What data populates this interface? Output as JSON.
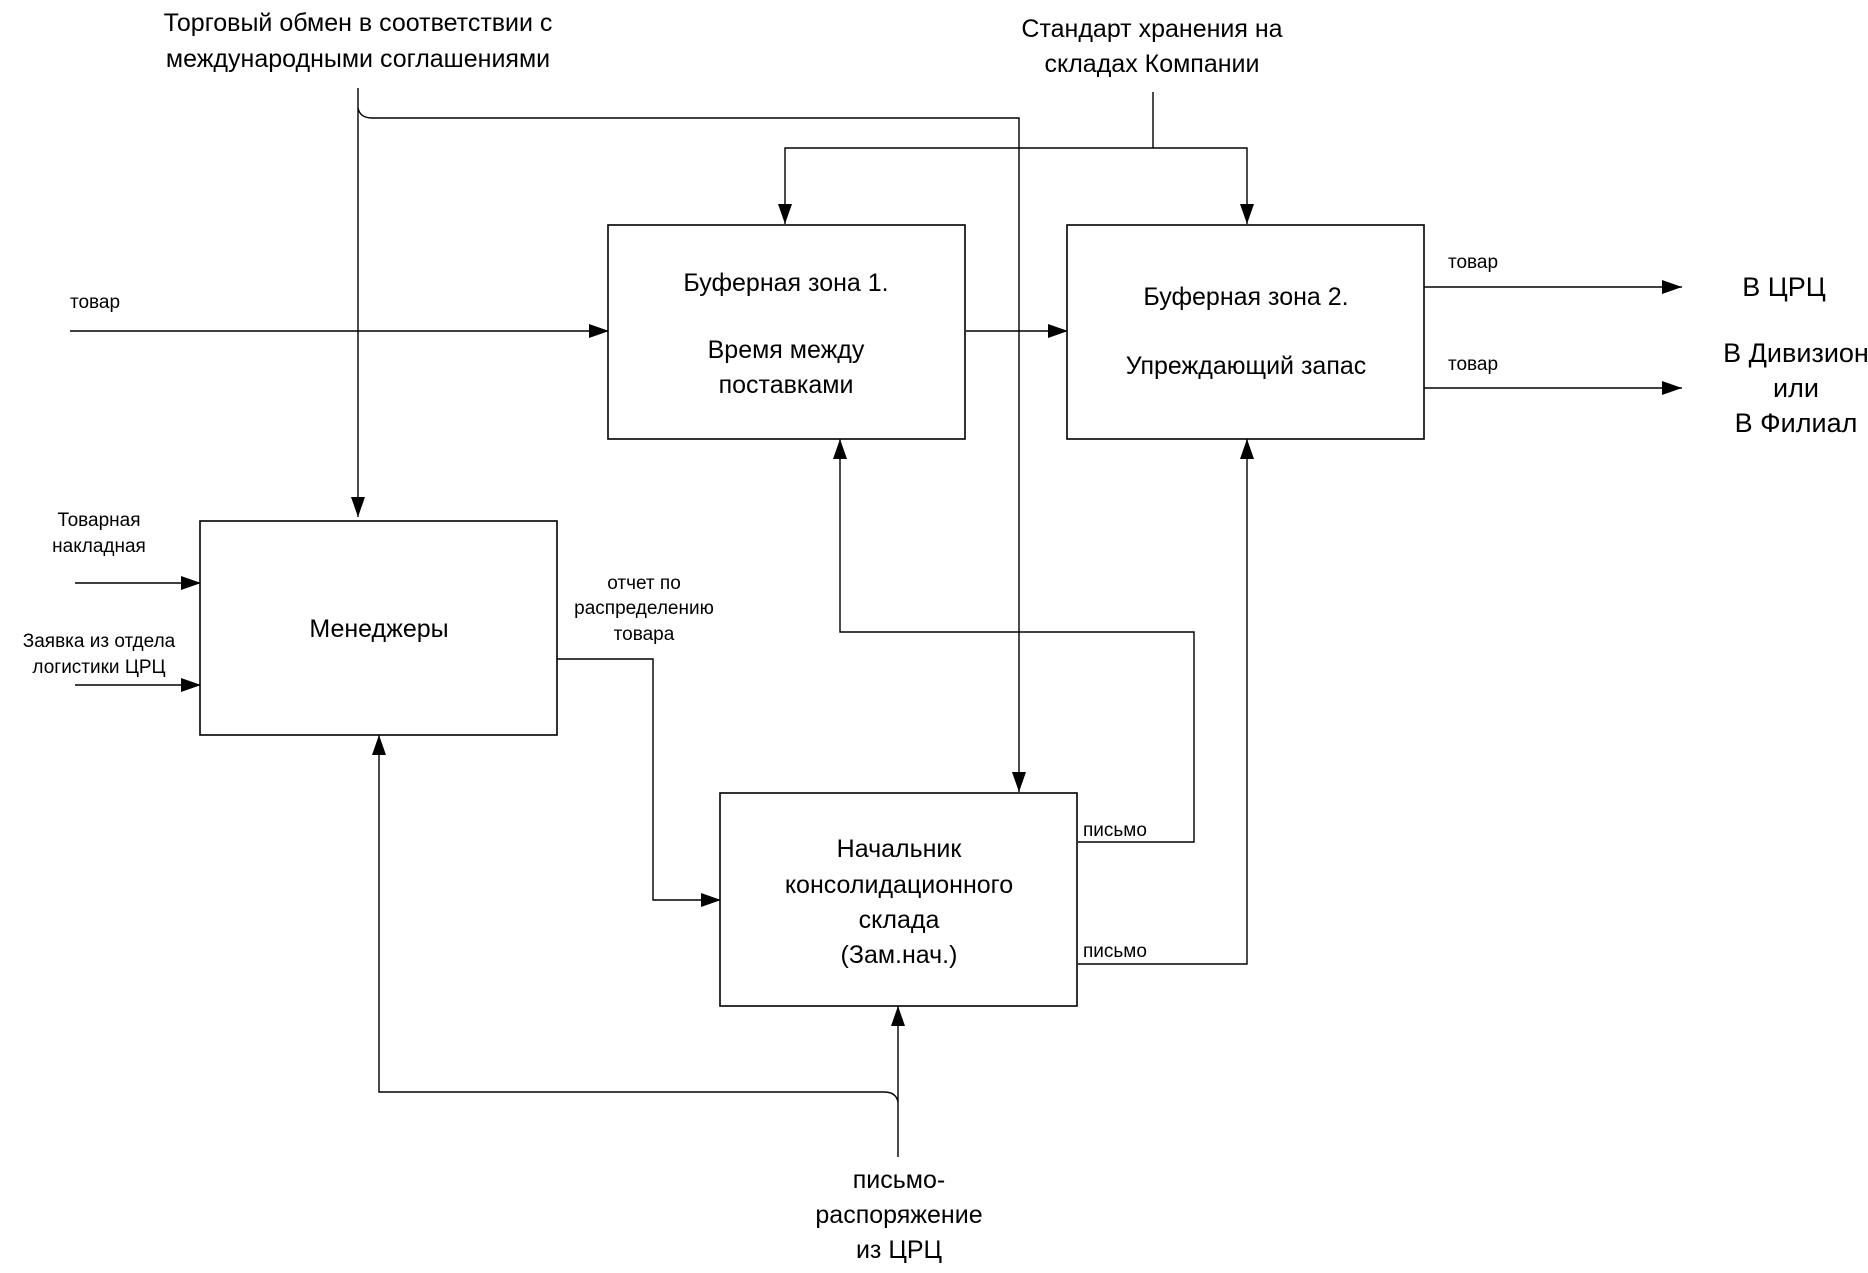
{
  "boxes": {
    "buffer1": {
      "title": "Буферная зона 1.",
      "line1": "Время между",
      "line2": "поставками"
    },
    "buffer2": {
      "title": "Буферная зона 2.",
      "line1": "Упреждающий запас"
    },
    "managers": {
      "title": "Менеджеры"
    },
    "chief": {
      "line1": "Начальник",
      "line2": "консолидационного",
      "line3": "склада",
      "line4": "(Зам.нач.)"
    }
  },
  "controls": {
    "trade": {
      "line1": "Торговый обмен в соответствии с",
      "line2": "международными соглашениями"
    },
    "storage": {
      "line1": "Стандарт хранения на",
      "line2": "складах Компании"
    }
  },
  "labels": {
    "goods_in": "товар",
    "invoice": {
      "line1": "Товарная",
      "line2": "накладная"
    },
    "request": {
      "line1": "Заявка из отдела",
      "line2": "логистики ЦРЦ"
    },
    "report": {
      "line1": "отчет по",
      "line2": "распределению",
      "line3": "товара"
    },
    "letter1": "письмо",
    "letter2": "письмо",
    "goods_out1": "товар",
    "goods_out2": "товар",
    "order": {
      "line1": "письмо-",
      "line2": "распоряжение",
      "line3": "из ЦРЦ"
    }
  },
  "destinations": {
    "crc": "В ЦРЦ",
    "division": {
      "line1": "В Дивизион",
      "line2": "или",
      "line3": "В Филиал"
    }
  }
}
